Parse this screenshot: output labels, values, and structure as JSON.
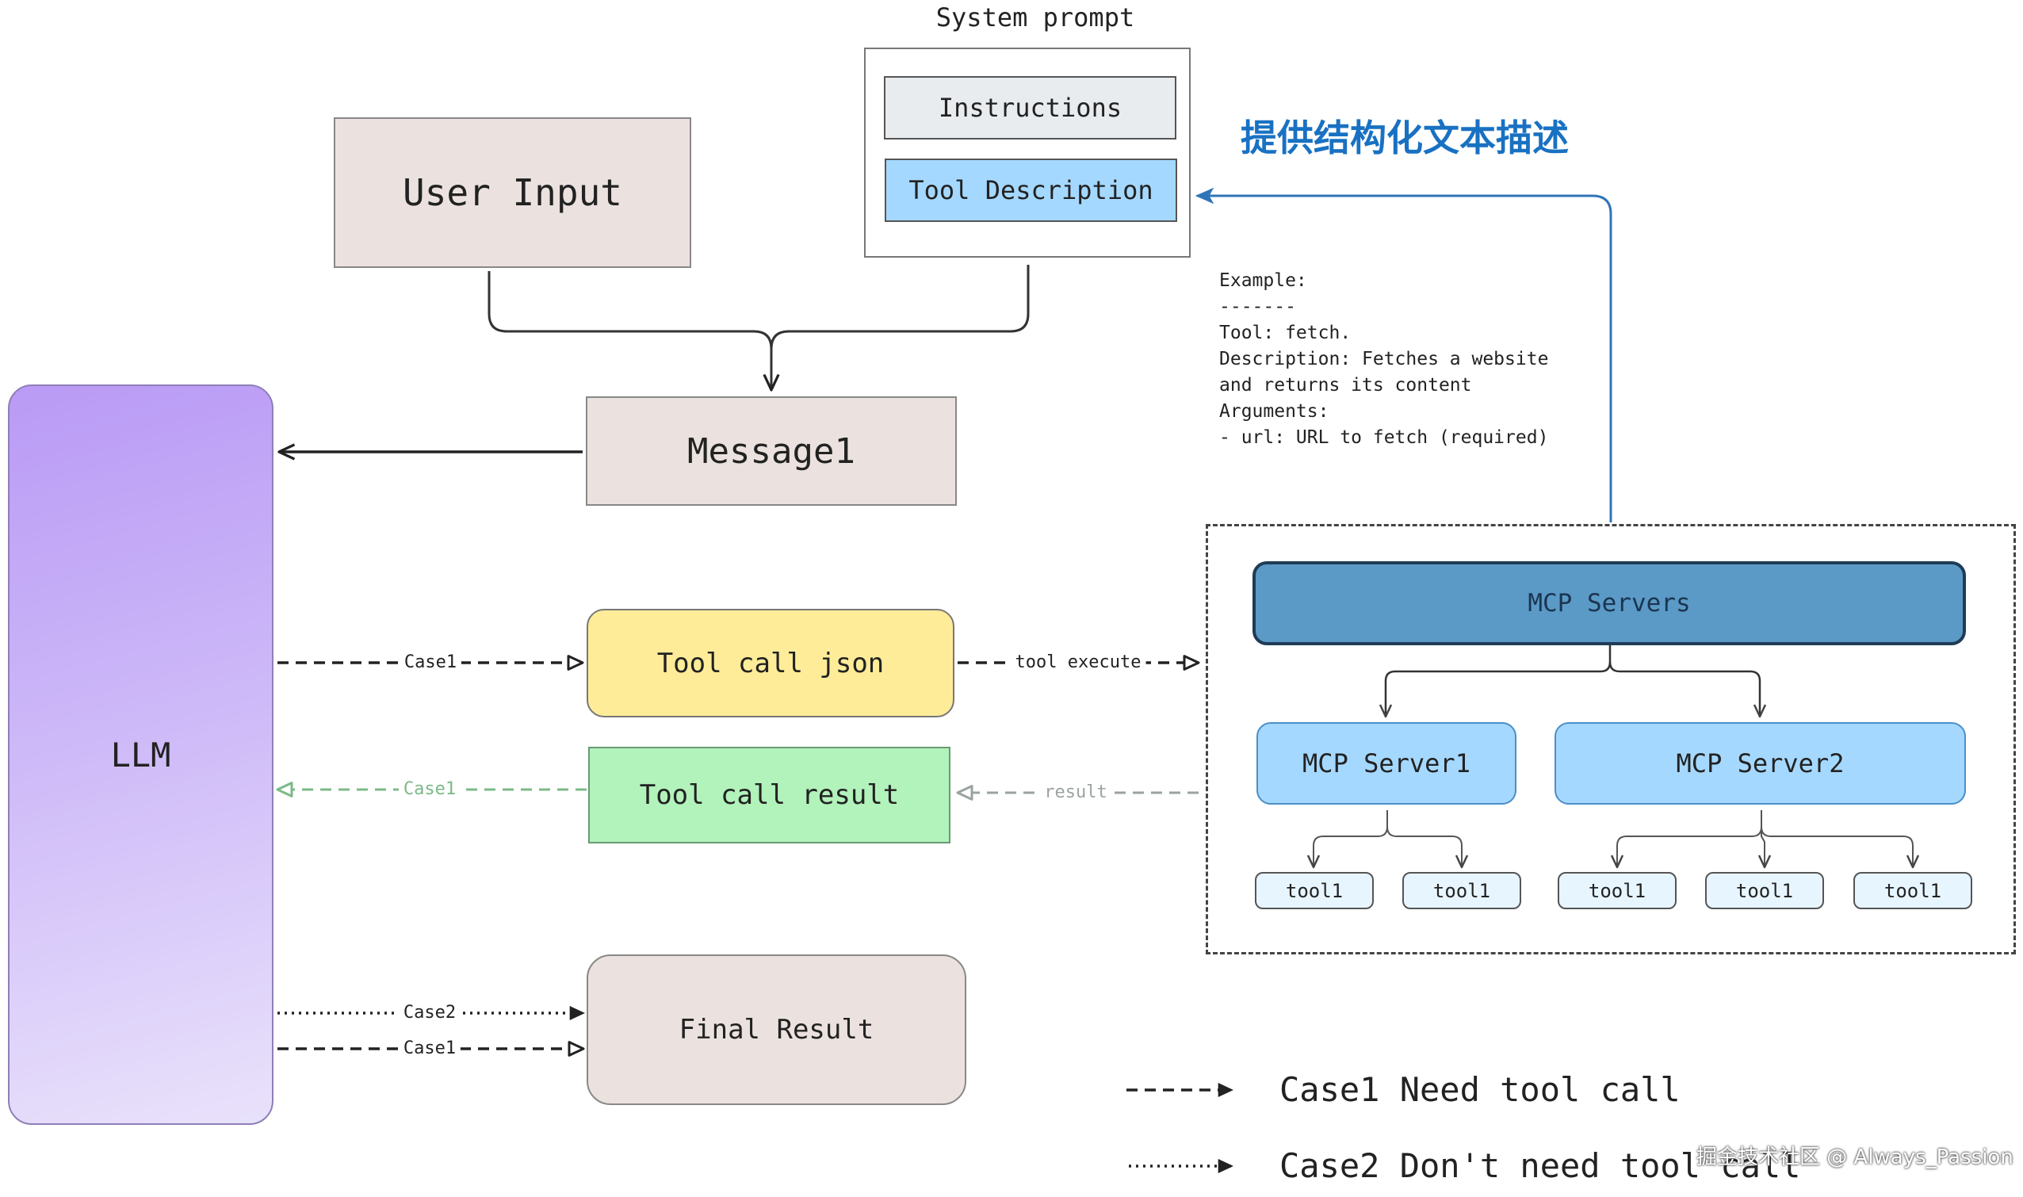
{
  "system_prompt": {
    "title": "System prompt",
    "instructions": "Instructions",
    "tool_description": "Tool Description"
  },
  "annotation": "提供结构化文本描述",
  "user_input": "User Input",
  "message": "Message1",
  "llm": "LLM",
  "tool_call_json": "Tool call json",
  "tool_call_result": "Tool call result",
  "final_result": "Final Result",
  "example": {
    "lines": [
      "Example:",
      "-------",
      "Tool: fetch.",
      "Description: Fetches a website",
      "and returns its content",
      "Arguments:",
      "- url: URL to fetch (required)"
    ]
  },
  "mcp": {
    "servers_label": "MCP Servers",
    "server1": "MCP Server1",
    "server2": "MCP Server2",
    "tools": [
      "tool1",
      "tool1",
      "tool1",
      "tool1",
      "tool1"
    ]
  },
  "edges": {
    "case1_to_tool_call": "Case1",
    "tool_execute": "tool execute",
    "result": "result",
    "case1_result_back": "Case1",
    "case2_to_final": "Case2",
    "case1_to_final": "Case1"
  },
  "legend": {
    "case1": "Case1 Need tool call",
    "case2": "Case2 Don't need tool call"
  },
  "watermark": "掘金技术社区 @ Always_Passion",
  "colors": {
    "input_fill": "#ebe2df",
    "tool_json_fill": "#ffec99",
    "tool_result_fill": "#b2f2bb",
    "instructions_fill": "#e9ecef",
    "tool_description_fill": "#a5d8ff",
    "mcp_servers_fill": "#5b9ac6",
    "server_fill": "#a5d8ff",
    "tool_fill": "#e7f5ff",
    "annotation": "#1971c2",
    "llm_fill": "#c9b0f7"
  }
}
